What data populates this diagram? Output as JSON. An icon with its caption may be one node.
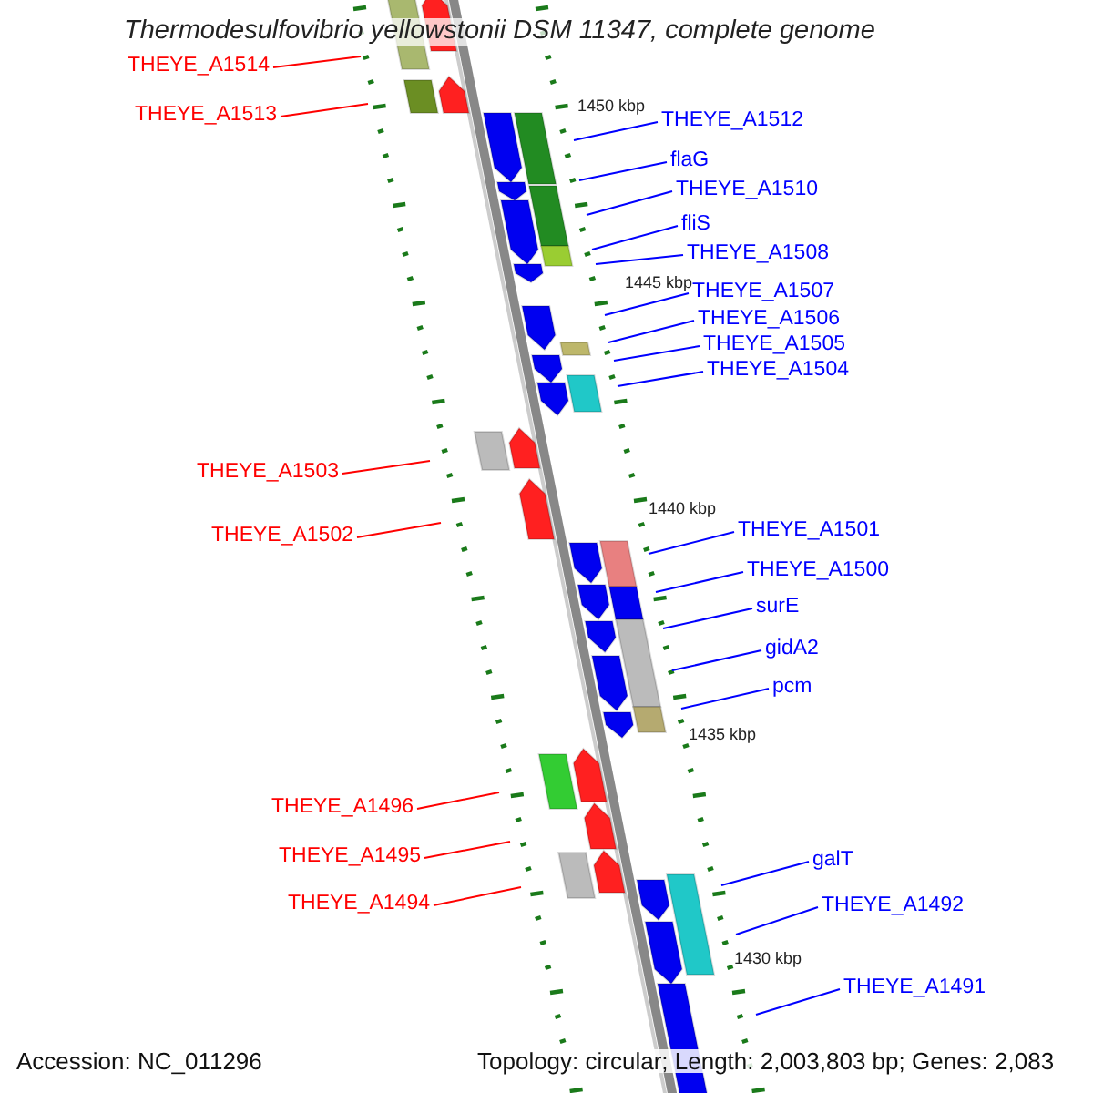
{
  "diagram": {
    "title": "Thermodesulfovibrio yellowstonii DSM 11347, complete genome",
    "nodes": [
      {
        "text": [
          "THEYE_A1514"
        ]
      },
      {
        "text": [
          "THEYE_A1513"
        ]
      },
      {
        "text": [
          "THEYE_A1512"
        ]
      },
      {
        "text": [
          "flaG"
        ]
      },
      {
        "text": [
          "THEYE_A1510"
        ]
      },
      {
        "text": [
          "fliS"
        ]
      },
      {
        "text": [
          "THEYE_A1508"
        ]
      },
      {
        "text": [
          "THEYE_A1507"
        ]
      },
      {
        "text": [
          "THEYE_A1506"
        ]
      },
      {
        "text": [
          "THEYE_A1505"
        ]
      },
      {
        "text": [
          "THEYE_A1504"
        ]
      },
      {
        "text": [
          "THEYE_A1503"
        ]
      },
      {
        "text": [
          "THEYE_A1502"
        ]
      },
      {
        "text": [
          "THEYE_A1501"
        ]
      },
      {
        "text": [
          "THEYE_A1500"
        ]
      },
      {
        "text": [
          "surE"
        ]
      },
      {
        "text": [
          "gidA2"
        ]
      },
      {
        "text": [
          "pcm"
        ]
      },
      {
        "text": [
          "THEYE_A1496"
        ]
      },
      {
        "text": [
          "THEYE_A1495"
        ]
      },
      {
        "text": [
          "THEYE_A1494"
        ]
      },
      {
        "text": [
          "galT"
        ]
      },
      {
        "text": [
          "THEYE_A1492"
        ]
      },
      {
        "text": [
          "THEYE_A1491"
        ]
      }
    ],
    "edges": [
      {
        "from": 0,
        "to": null,
        "arrow": "none",
        "color": "#ff0000"
      },
      {
        "from": 1,
        "to": null,
        "arrow": "none",
        "color": "#ff0000"
      },
      {
        "from": 2,
        "to": null,
        "arrow": "none"
      },
      {
        "from": 3,
        "to": null,
        "arrow": "none"
      },
      {
        "from": 4,
        "to": null,
        "arrow": "none"
      },
      {
        "from": 5,
        "to": null,
        "arrow": "none"
      },
      {
        "from": 6,
        "to": null,
        "arrow": "none"
      },
      {
        "from": 7,
        "to": null,
        "arrow": "none"
      },
      {
        "from": 8,
        "to": null,
        "arrow": "none"
      },
      {
        "from": 9,
        "to": null,
        "arrow": "none"
      },
      {
        "from": 10,
        "to": null,
        "arrow": "none"
      },
      {
        "from": 11,
        "to": null,
        "arrow": "none",
        "color": "#ff0000"
      },
      {
        "from": 12,
        "to": null,
        "arrow": "none",
        "color": "#ff0000"
      },
      {
        "from": 13,
        "to": null,
        "arrow": "none"
      },
      {
        "from": 14,
        "to": null,
        "arrow": "none"
      },
      {
        "from": 15,
        "to": null,
        "arrow": "none"
      },
      {
        "from": 16,
        "to": null,
        "arrow": "none"
      },
      {
        "from": 17,
        "to": null,
        "arrow": "none"
      },
      {
        "from": 18,
        "to": null,
        "arrow": "none",
        "color": "#ff0000"
      },
      {
        "from": 19,
        "to": null,
        "arrow": "none",
        "color": "#ff0000"
      },
      {
        "from": 20,
        "to": null,
        "arrow": "none",
        "color": "#ff0000"
      },
      {
        "from": 21,
        "to": null,
        "arrow": "none"
      },
      {
        "from": 22,
        "to": null,
        "arrow": "none"
      },
      {
        "from": 23,
        "to": null,
        "arrow": "none"
      }
    ],
    "labels": [
      "1450 kbp",
      "1445 kbp",
      "1440 kbp",
      "1435 kbp",
      "1430 kbp",
      "Accession: NC_011296",
      "Topology: circular; Length: 2,003,803 bp; Genes: 2,083"
    ]
  }
}
